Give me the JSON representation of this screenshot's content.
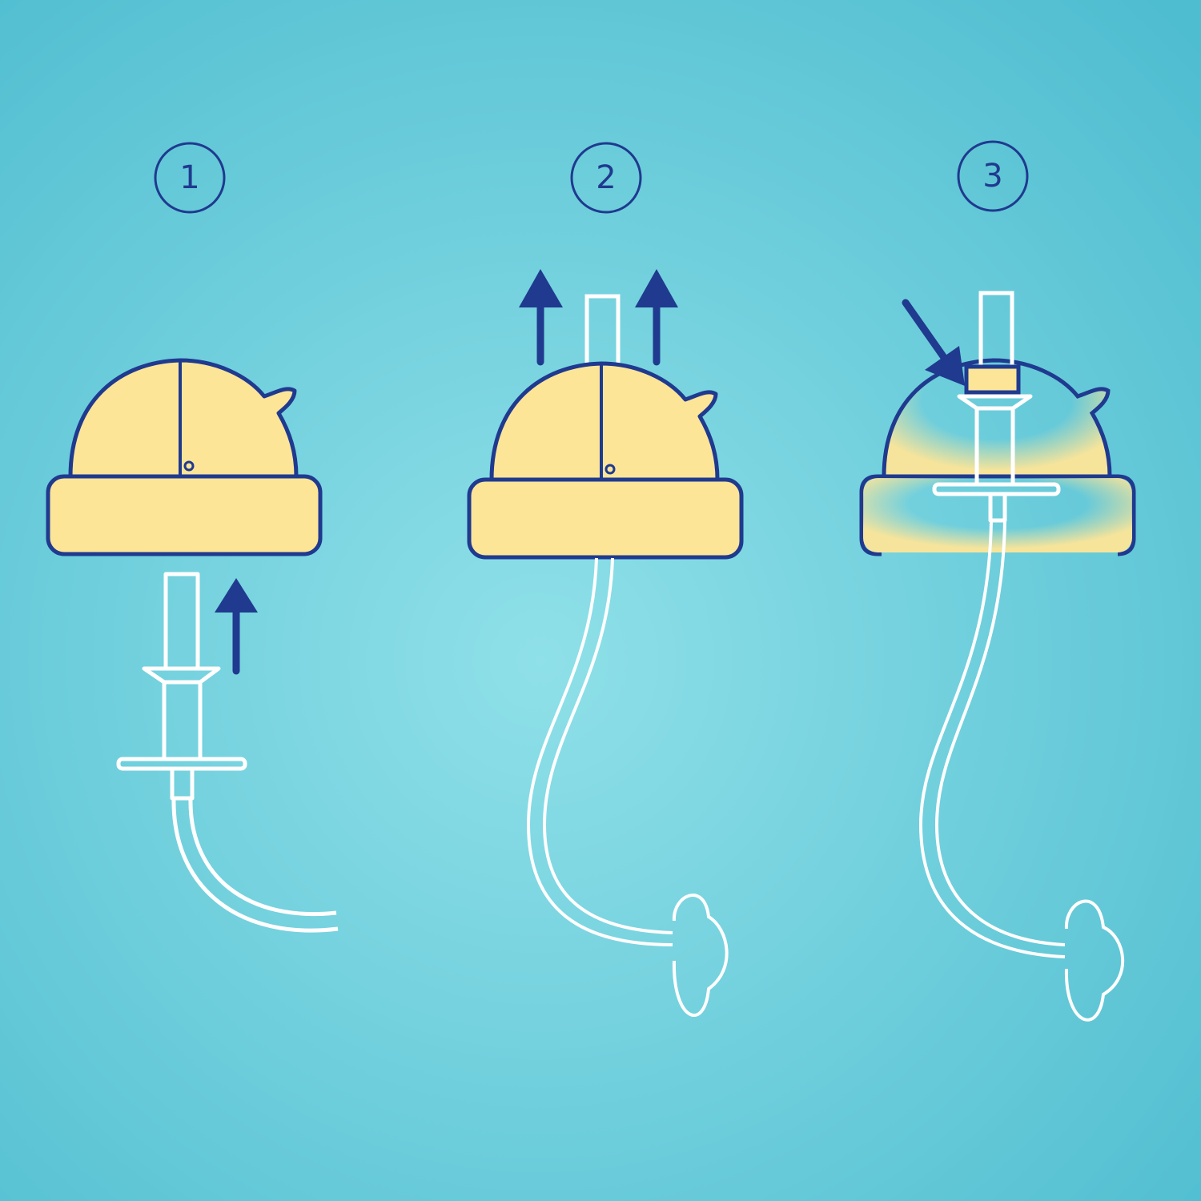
{
  "steps": [
    {
      "label": "1"
    },
    {
      "label": "2"
    },
    {
      "label": "3"
    }
  ],
  "colors": {
    "background_center": "#8fe0e8",
    "background_edge": "#4fbdd0",
    "outline": "#1f3a8f",
    "hat_fill": "#fde598",
    "tool": "#ffffff"
  }
}
